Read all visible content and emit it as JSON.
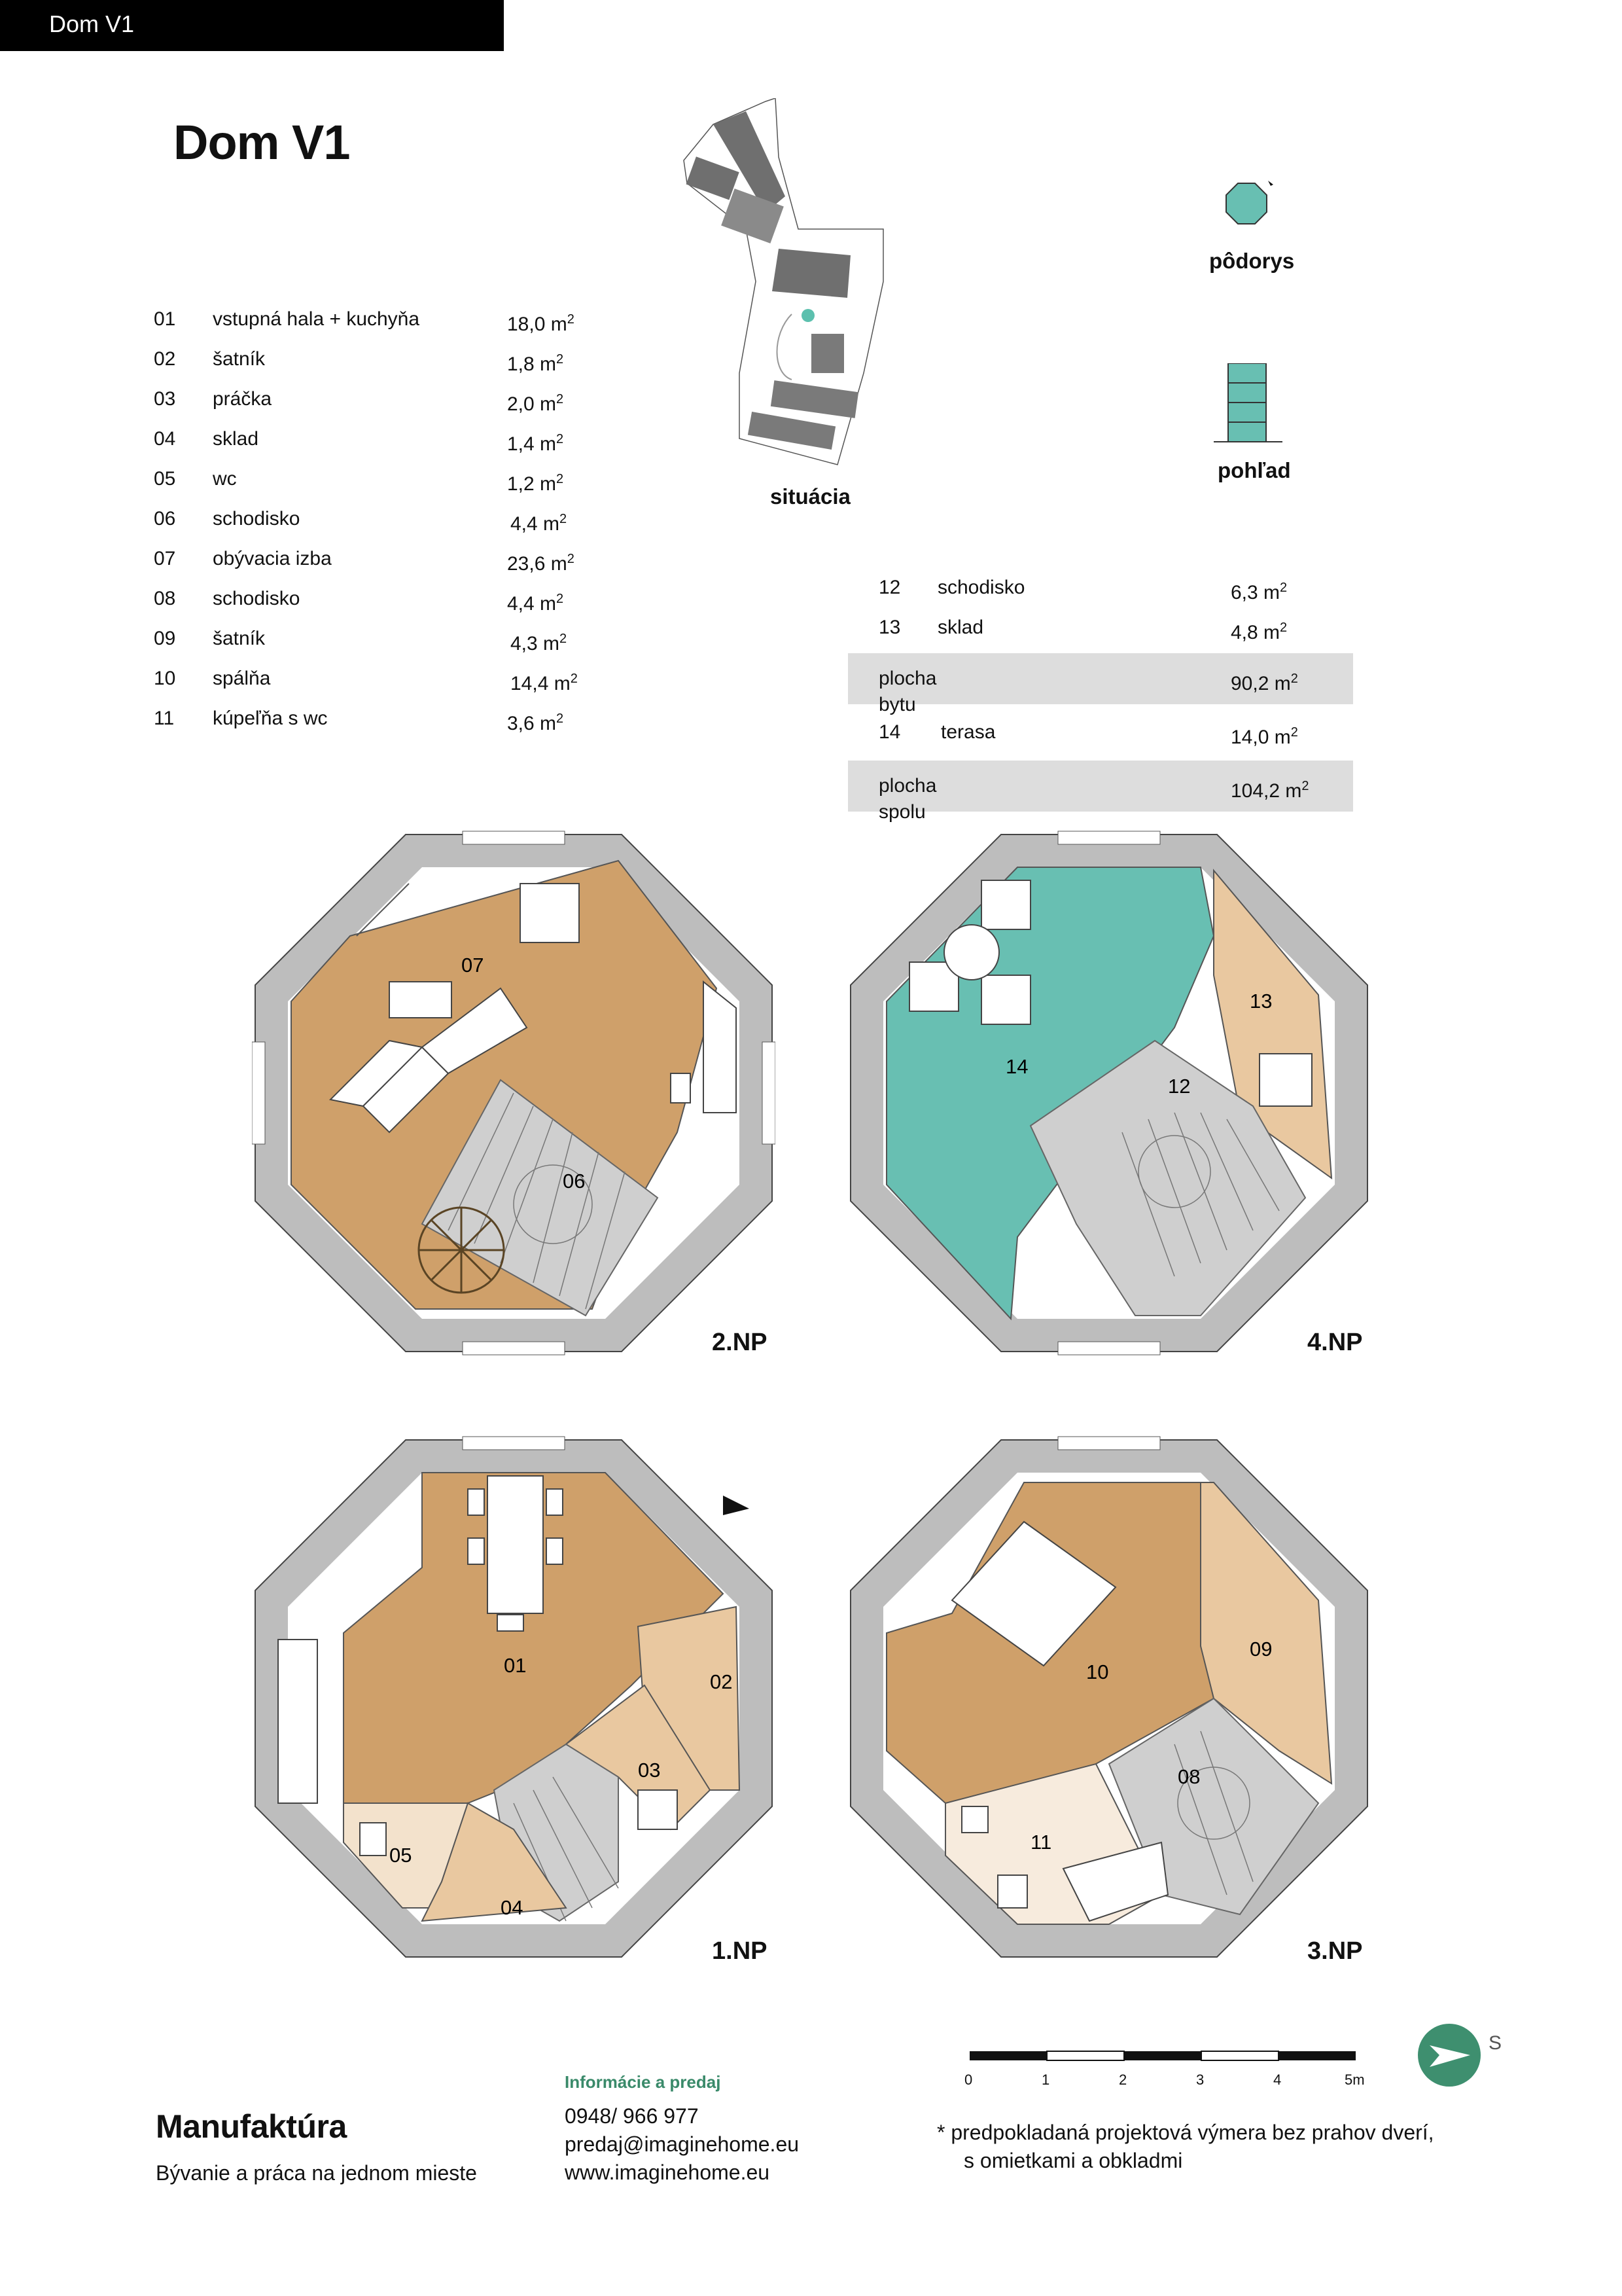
{
  "title": "Dom V1",
  "table": {
    "header": "Dom V1",
    "rows": [
      {
        "no": "01",
        "name": "vstupná hala + kuchyňa",
        "area": "18,0 m",
        "unit": "2"
      },
      {
        "no": "02",
        "name": "šatník",
        "area": "1,8 m",
        "unit": "2"
      },
      {
        "no": "03",
        "name": "práčka",
        "area": "2,0 m",
        "unit": "2"
      },
      {
        "no": "04",
        "name": "sklad",
        "area": "1,4 m",
        "unit": "2"
      },
      {
        "no": "05",
        "name": "wc",
        "area": "1,2 m",
        "unit": "2"
      },
      {
        "no": "06",
        "name": "schodisko",
        "area": "4,4 m",
        "unit": "2"
      },
      {
        "no": "07",
        "name": "obývacia izba",
        "area": "23,6 m",
        "unit": "2"
      },
      {
        "no": "08",
        "name": "schodisko",
        "area": "4,4 m",
        "unit": "2"
      },
      {
        "no": "09",
        "name": "šatník",
        "area": "4,3 m",
        "unit": "2"
      },
      {
        "no": "10",
        "name": "spálňa",
        "area": "14,4 m",
        "unit": "2"
      },
      {
        "no": "11",
        "name": "kúpeľňa s wc",
        "area": "3,6 m",
        "unit": "2"
      }
    ],
    "rows2": [
      {
        "no": "12",
        "name": "schodisko",
        "area": "6,3 m",
        "unit": "2"
      },
      {
        "no": "13",
        "name": "sklad",
        "area": "4,8 m",
        "unit": "2"
      }
    ],
    "total_living": {
      "label": "plocha bytu",
      "area": "90,2 m",
      "unit": "2"
    },
    "terrace": {
      "no": "14",
      "name": "terasa",
      "area": "14,0 m",
      "unit": "2"
    },
    "total": {
      "label": "plocha spolu",
      "area": "104,2 m",
      "unit": "2"
    }
  },
  "legend": {
    "situation": "situácia",
    "plan": "pôdorys",
    "view": "pohľad"
  },
  "floors": {
    "np1": "1.NP",
    "np2": "2.NP",
    "np3": "3.NP",
    "np4": "4.NP"
  },
  "room_labels": {
    "r01": "01",
    "r02": "02",
    "r03": "03",
    "r04": "04",
    "r05": "05",
    "r06": "06",
    "r07": "07",
    "r08": "08",
    "r09": "09",
    "r10": "10",
    "r11": "11",
    "r12": "12",
    "r13": "13",
    "r14": "14"
  },
  "scale": {
    "labels": [
      "0",
      "1",
      "2",
      "3",
      "4",
      "5m"
    ]
  },
  "compass": {
    "letter": "S"
  },
  "footer": {
    "brand": "Manufaktúra",
    "tagline": "Bývanie a práca na jednom mieste",
    "info_title": "Informácie a predaj",
    "phone": "0948/ 966 977",
    "email": "predaj@imaginehome.eu",
    "web": "www.imaginehome.eu",
    "note_line1": "*  predpokladaná projektová výmera bez prahov dverí,",
    "note_line2": "s omietkami a obkladmi"
  },
  "colors": {
    "living": "#cfa06a",
    "light": "#e9c8a0",
    "terrace": "#68bfb2",
    "wall": "#bdbdbd",
    "stairs": "#cfcfcf",
    "shade": "#dddddd"
  }
}
